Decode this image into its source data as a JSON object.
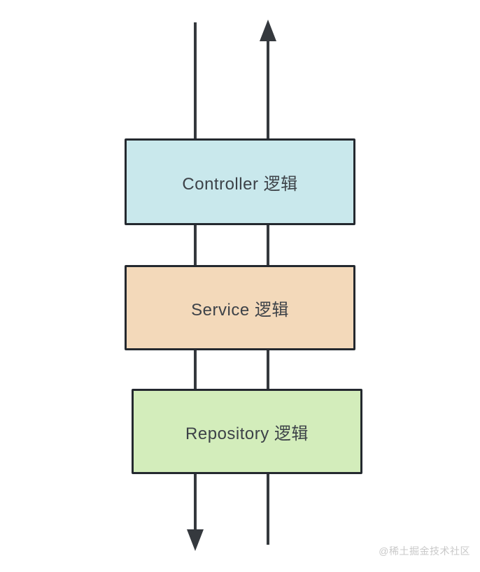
{
  "diagram": {
    "boxes": [
      {
        "label": "Controller 逻辑",
        "fill": "#c9e8ec"
      },
      {
        "label": "Service 逻辑",
        "fill": "#f3d9ba"
      },
      {
        "label": "Repository 逻辑",
        "fill": "#d3edbb"
      }
    ],
    "arrows": [
      {
        "name": "request-flow",
        "direction": "down"
      },
      {
        "name": "response-flow",
        "direction": "up"
      }
    ],
    "stroke_color": "#35393e",
    "border_color": "#24292f",
    "text_color": "#3d4248"
  },
  "watermark": {
    "text": "@稀土掘金技术社区",
    "color": "#c9c9c9"
  }
}
